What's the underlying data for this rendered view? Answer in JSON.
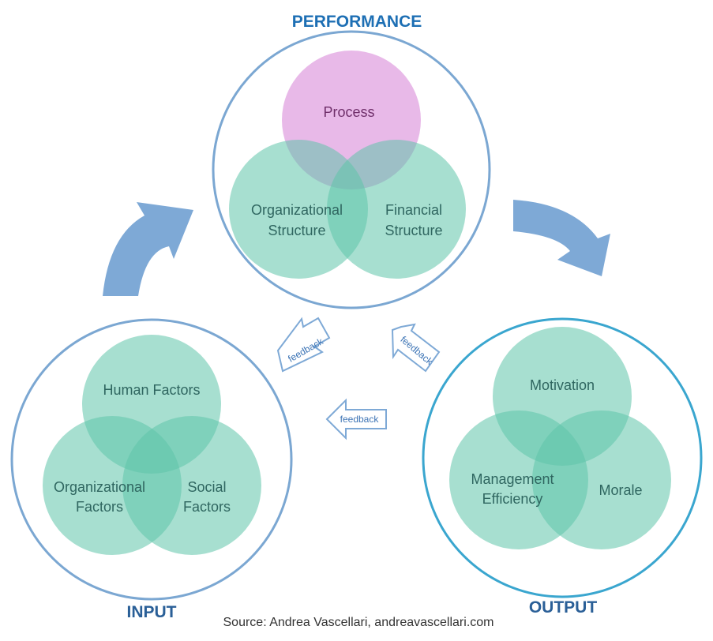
{
  "colors": {
    "title_blue": "#1d6fb4",
    "ring_blue": "#7ba7d2",
    "ring_output": "#3aa6cf",
    "arrow_blue": "#7ea9d6",
    "teal_fill": "#5ec4aa",
    "process_fill": "#e0a2e0"
  },
  "performance": {
    "title": "PERFORMANCE",
    "process": "Process",
    "org_structure_line1": "Organizational",
    "org_structure_line2": "Structure",
    "fin_structure_line1": "Financial",
    "fin_structure_line2": "Structure"
  },
  "input": {
    "title": "INPUT",
    "human_factors": "Human Factors",
    "org_factors_line1": "Organizational",
    "org_factors_line2": "Factors",
    "social_factors_line1": "Social",
    "social_factors_line2": "Factors"
  },
  "output": {
    "title": "OUTPUT",
    "motivation": "Motivation",
    "mgmt_line1": "Management",
    "mgmt_line2": "Efficiency",
    "morale": "Morale"
  },
  "feedback": {
    "left": "feedback",
    "middle": "feedback",
    "right": "feedback"
  },
  "source": "Source: Andrea Vascellari, andreavascellari.com"
}
